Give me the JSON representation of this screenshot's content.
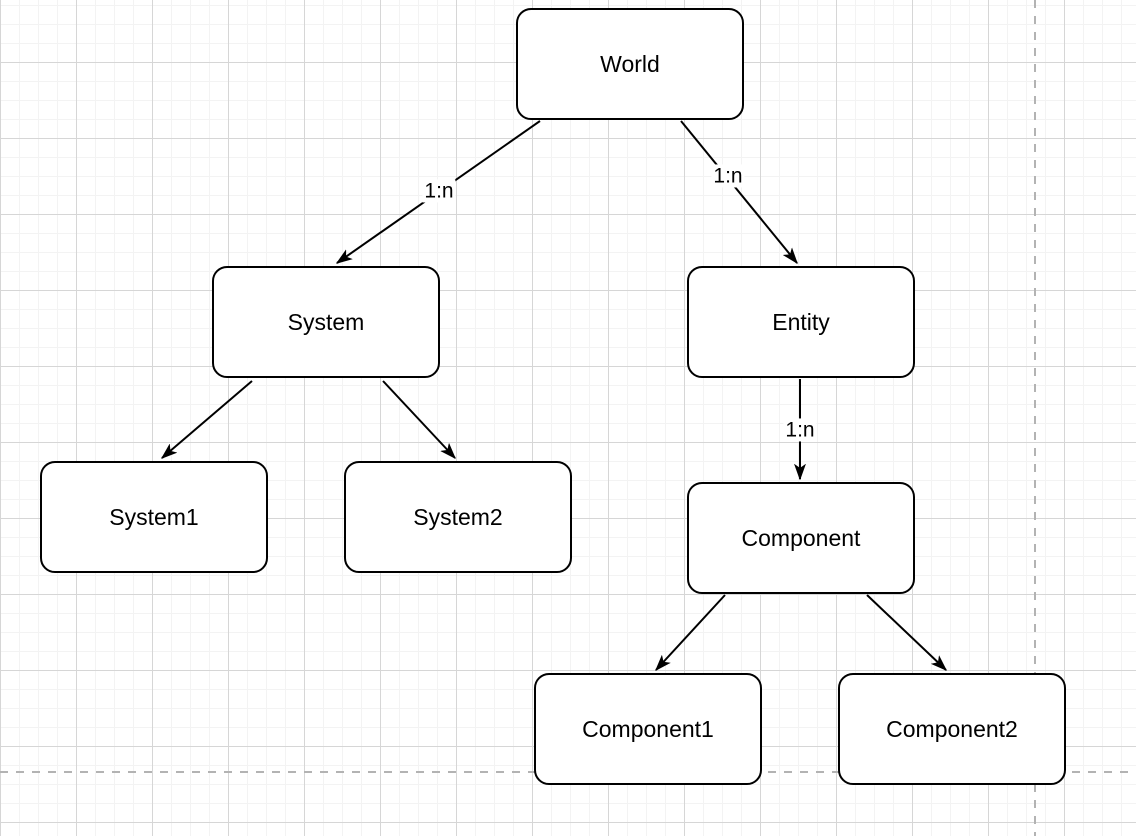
{
  "diagram": {
    "nodes": [
      {
        "id": "world",
        "label": "World"
      },
      {
        "id": "system",
        "label": "System"
      },
      {
        "id": "entity",
        "label": "Entity"
      },
      {
        "id": "system1",
        "label": "System1"
      },
      {
        "id": "system2",
        "label": "System2"
      },
      {
        "id": "component",
        "label": "Component"
      },
      {
        "id": "component1",
        "label": "Component1"
      },
      {
        "id": "component2",
        "label": "Component2"
      }
    ],
    "edges": [
      {
        "from": "World",
        "to": "System",
        "label": "1:n"
      },
      {
        "from": "World",
        "to": "Entity",
        "label": "1:n"
      },
      {
        "from": "System",
        "to": "System1"
      },
      {
        "from": "System",
        "to": "System2"
      },
      {
        "from": "Entity",
        "to": "Component",
        "label": "1:n"
      },
      {
        "from": "Component",
        "to": "Component1"
      },
      {
        "from": "Component",
        "to": "Component2"
      }
    ],
    "colors": {
      "background": "#ffffff",
      "node_fill": "#ffffff",
      "node_stroke": "#000000",
      "edge_stroke": "#000000",
      "text": "#000000",
      "grid_minor": "#f3f3f3",
      "grid_major": "#d6d6d6",
      "page_guide": "#b3b3b3"
    }
  }
}
